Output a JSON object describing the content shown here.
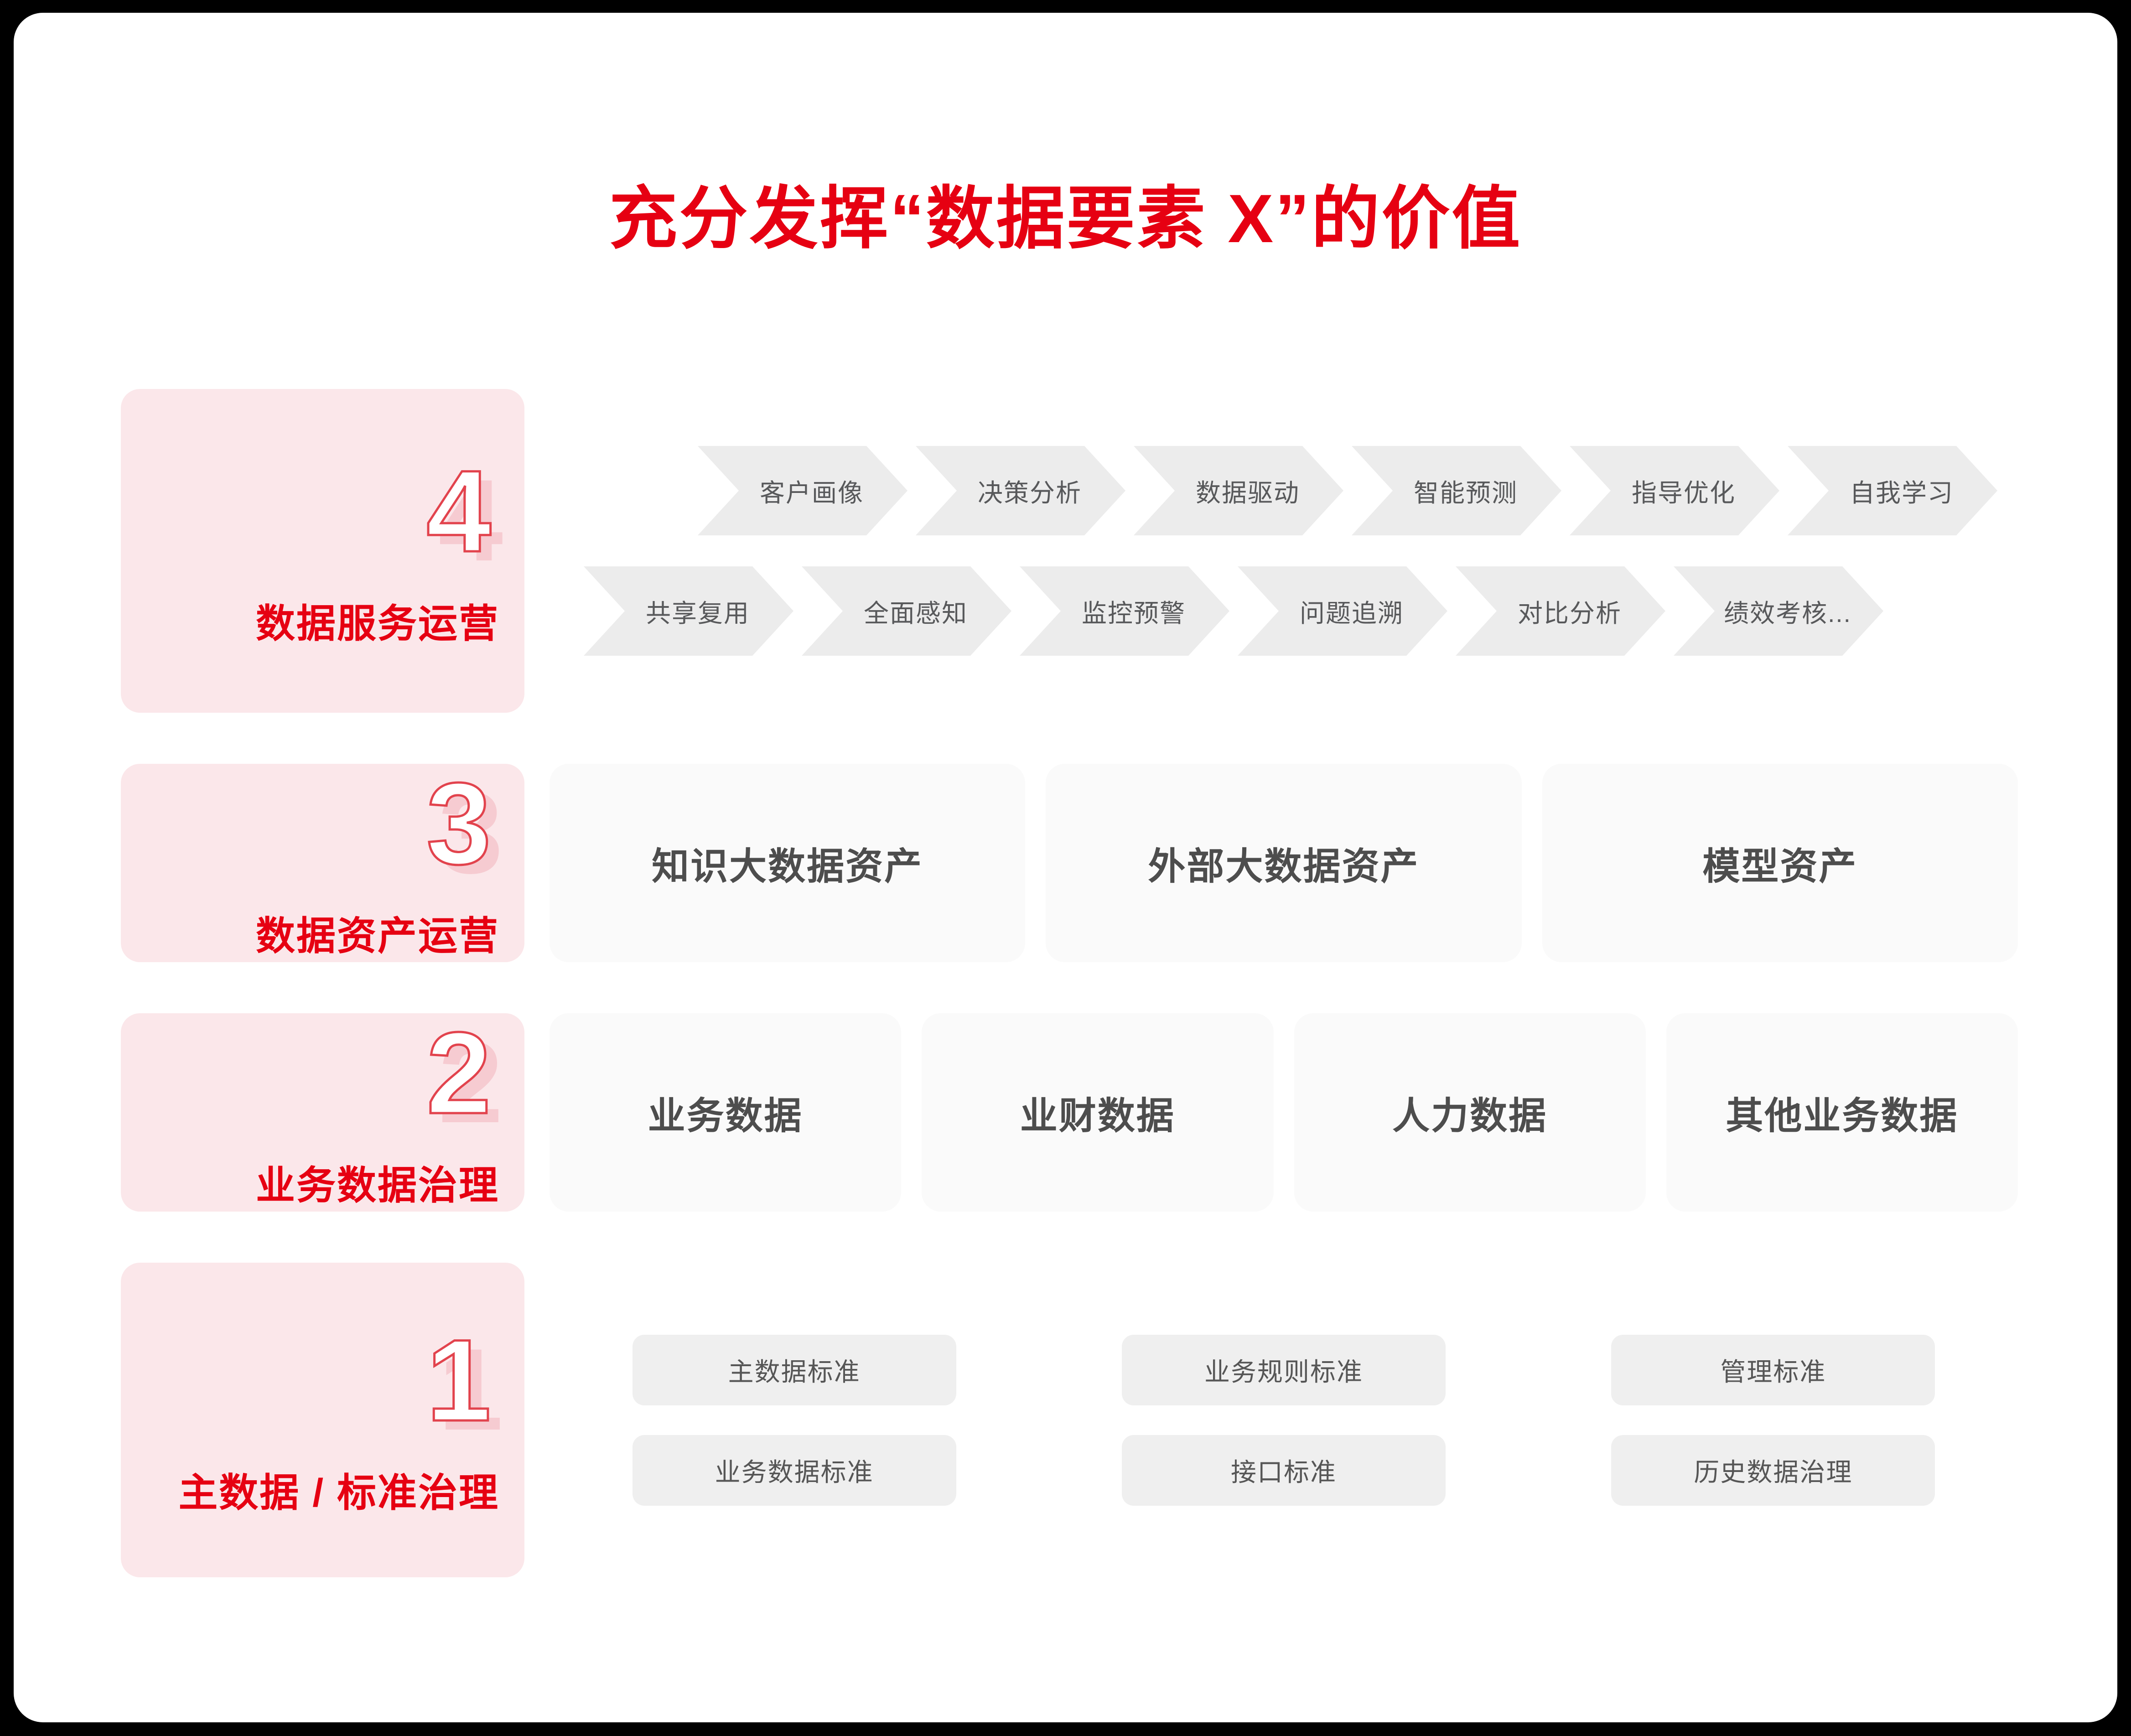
{
  "title": "充分发挥“数据要素 X”的价值",
  "colors": {
    "accent_red": "#e60012",
    "panel_pink": "#fbe7ea",
    "number_outline_red": "#e2434d",
    "number_shadow_pink": "#f6cbd1",
    "chevron_gray": "#ececec",
    "card_gray": "#fafafa",
    "pill_gray": "#efefef",
    "gray_text": "#58595b"
  },
  "rows": [
    {
      "number": "4",
      "label": "数据服务运营",
      "type": "chevrons",
      "chevron_rows": [
        [
          "客户画像",
          "决策分析",
          "数据驱动",
          "智能预测",
          "指导优化",
          "自我学习"
        ],
        [
          "共享复用",
          "全面感知",
          "监控预警",
          "问题追溯",
          "对比分析",
          "绩效考核..."
        ]
      ]
    },
    {
      "number": "3",
      "label": "数据资产运营",
      "type": "cards",
      "cards": [
        "知识大数据资产",
        "外部大数据资产",
        "模型资产"
      ]
    },
    {
      "number": "2",
      "label": "业务数据治理",
      "type": "cards",
      "cards": [
        "业务数据",
        "业财数据",
        "人力数据",
        "其他业务数据"
      ]
    },
    {
      "number": "1",
      "label": "主数据 / 标准治理",
      "type": "pills",
      "pills": [
        [
          "主数据标准",
          "业务规则标准",
          "管理标准"
        ],
        [
          "业务数据标准",
          "接口标准",
          "历史数据治理"
        ]
      ]
    }
  ]
}
